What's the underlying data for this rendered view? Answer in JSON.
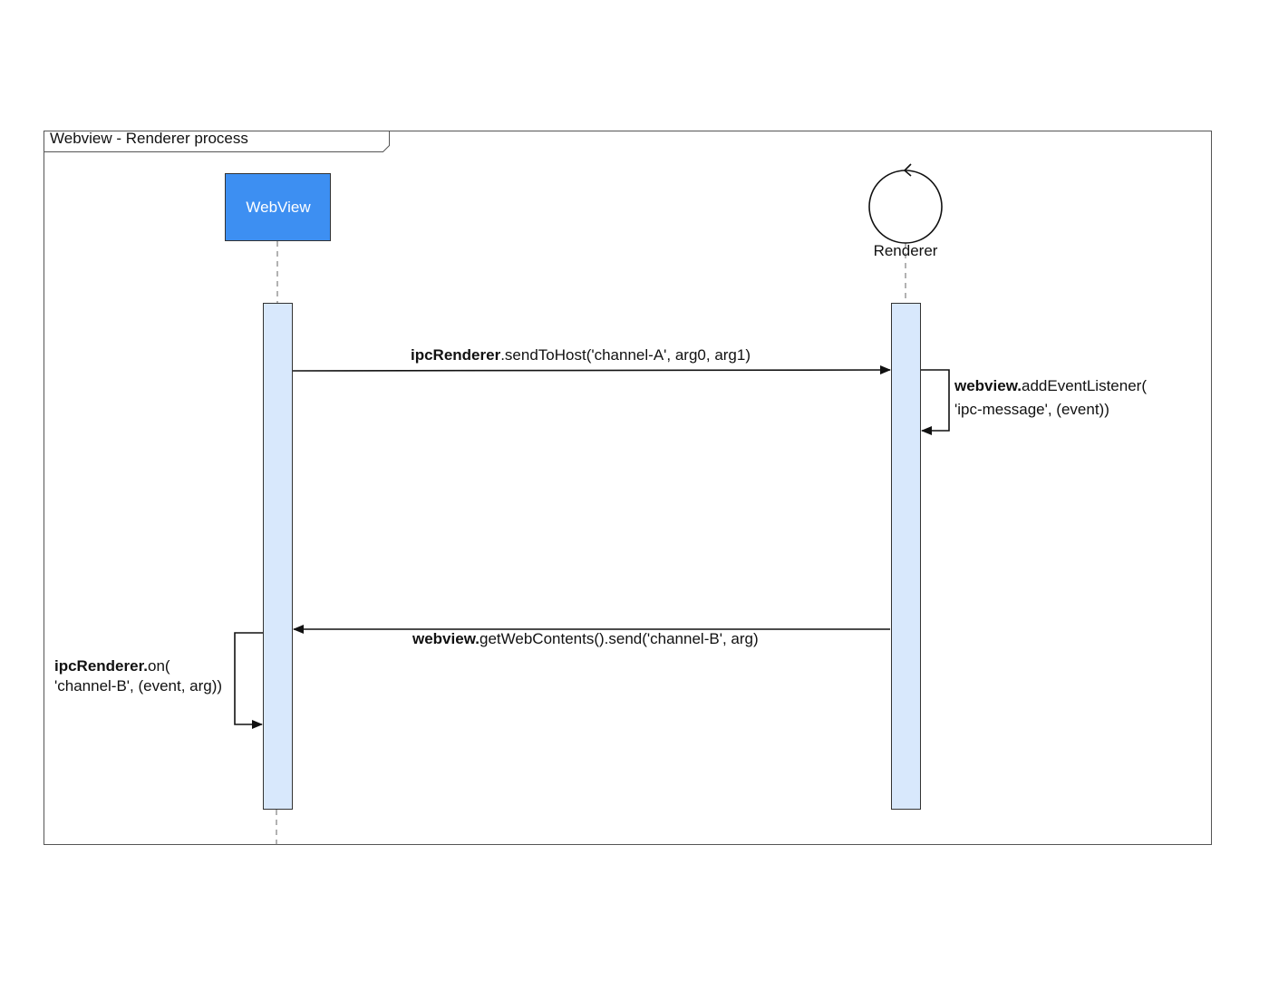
{
  "frame": {
    "title": "Webview - Renderer process"
  },
  "lifelines": {
    "webview": {
      "label": "WebView",
      "fill": "#3d8ff2"
    },
    "renderer": {
      "label": "Renderer"
    }
  },
  "activation_fill": "#d8e8fc",
  "messages": {
    "send_to_host": {
      "bold": "ipcRenderer",
      "rest": ".sendToHost('channel-A', arg0, arg1)"
    },
    "add_listener": {
      "bold": "webview.",
      "rest_line1": "addEventListener(",
      "line2": "'ipc-message', (event))"
    },
    "get_web_contents": {
      "bold": "webview.",
      "rest": "getWebContents().send('channel-B', arg)"
    },
    "ipc_on": {
      "bold": "ipcRenderer.",
      "rest_line1": "on(",
      "line2": "'channel-B', (event, arg))"
    }
  }
}
